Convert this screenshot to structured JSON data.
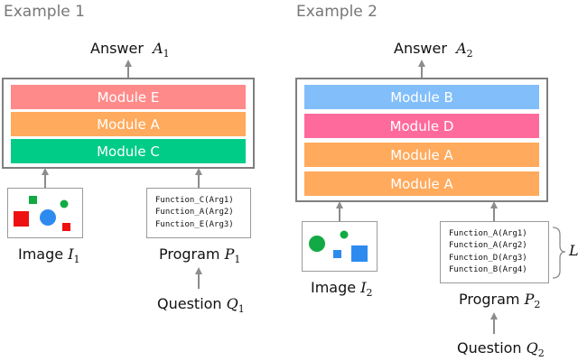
{
  "example1": {
    "label": "Example 1",
    "answer": {
      "text": "Answer",
      "symbol": "A",
      "sub": "1"
    },
    "modules": [
      {
        "label": "Module E",
        "color": "#FF8A8A"
      },
      {
        "label": "Module A",
        "color": "#FFAA5C"
      },
      {
        "label": "Module C",
        "color": "#00CC88"
      }
    ],
    "image_caption": {
      "text": "Image",
      "symbol": "I",
      "sub": "1"
    },
    "program_lines": [
      "Function_C(Arg1)",
      "Function_A(Arg2)",
      "Function_E(Arg3)"
    ],
    "program_caption": {
      "text": "Program",
      "symbol": "P",
      "sub": "1"
    },
    "question_caption": {
      "text": "Question",
      "symbol": "Q",
      "sub": "1"
    }
  },
  "example2": {
    "label": "Example 2",
    "answer": {
      "text": "Answer",
      "symbol": "A",
      "sub": "2"
    },
    "modules": [
      {
        "label": "Module B",
        "color": "#82BEFA"
      },
      {
        "label": "Module D",
        "color": "#FF6A9C"
      },
      {
        "label": "Module A",
        "color": "#FFAA5C"
      },
      {
        "label": "Module A",
        "color": "#FFAA5C"
      }
    ],
    "image_caption": {
      "text": "Image",
      "symbol": "I",
      "sub": "2"
    },
    "program_lines": [
      "Function_A(Arg1)",
      "Function_A(Arg2)",
      "Function_D(Arg3)",
      "Function_B(Arg4)"
    ],
    "program_caption": {
      "text": "Program",
      "symbol": "P",
      "sub": "2"
    },
    "question_caption": {
      "text": "Question",
      "symbol": "Q",
      "sub": "2"
    },
    "length_symbol": "L"
  },
  "colors": {
    "frame": "#7f7f7f",
    "arrow": "#8c8c8c",
    "red": "#EE1111",
    "green": "#11AA44",
    "blue": "#2D8BF0"
  }
}
